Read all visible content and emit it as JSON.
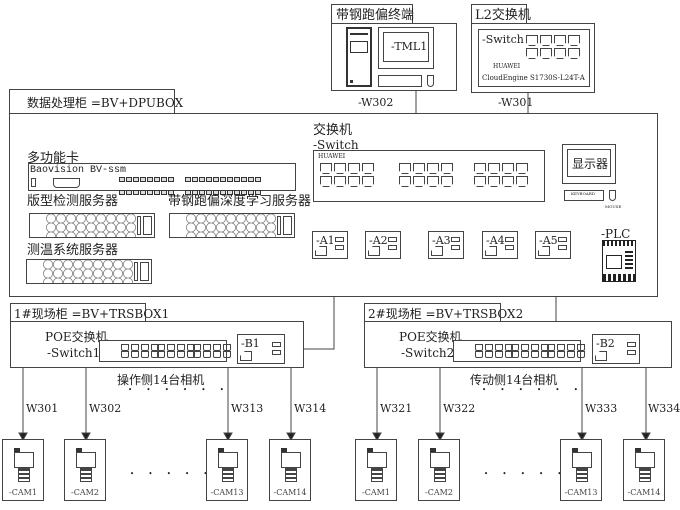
{
  "terminal": {
    "title": "带钢跑偏终端",
    "monitor_label": "-TML1",
    "cable": "-W302"
  },
  "l2_switch": {
    "title": "L2交换机",
    "label": "-Switch",
    "brand": "HUAWEI",
    "model": "CloudEngine S1730S-L24T-A",
    "cable": "-W301"
  },
  "dpu_cabinet": {
    "title": "数据处理柜  =BV+DPUBOX",
    "multi_card": {
      "title": "多功能卡",
      "label": "Baovision BV-ssm"
    },
    "servers": [
      {
        "title": "版型检测服务器"
      },
      {
        "title": "带钢跑偏深度学习服务器"
      },
      {
        "title": "测温系统服务器"
      }
    ],
    "switch": {
      "title": "交换机",
      "label": "-Switch",
      "brand": "HUAWEI"
    },
    "display": {
      "label": "显示器",
      "keyboard": "KEYBOARD",
      "mouse": "MOUSE"
    },
    "modules": [
      "-A1",
      "-A2",
      "-A3",
      "-A4",
      "-A5"
    ],
    "plc": "-PLC"
  },
  "field_cabinets": [
    {
      "title": "1#现场柜  =BV+TRSBOX1",
      "switch_title": "POE交换机",
      "switch_label": "-Switch1",
      "module": "-B1",
      "cameras_note": "操作侧14台相机",
      "cables": [
        "W301",
        "W302",
        "W313",
        "W314"
      ],
      "cameras": [
        "-CAM1",
        "-CAM2",
        "-CAM13",
        "-CAM14"
      ]
    },
    {
      "title": "2#现场柜  =BV+TRSBOX2",
      "switch_title": "POE交换机",
      "switch_label": "-Switch2",
      "module": "-B2",
      "cameras_note": "传动侧14台相机",
      "cables": [
        "W321",
        "W322",
        "W333",
        "W334"
      ],
      "cameras": [
        "-CAM1",
        "-CAM2",
        "-CAM13",
        "-CAM14"
      ]
    }
  ],
  "ellipsis": "• • • • • •"
}
